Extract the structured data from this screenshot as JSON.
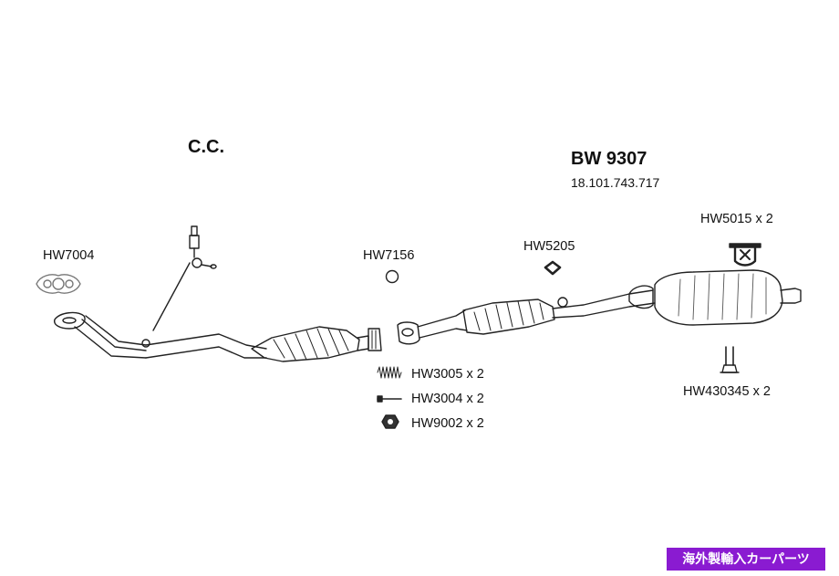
{
  "diagram": {
    "system_label": "C.C.",
    "part_number": "BW 9307",
    "oem_number": "18.101.743.717",
    "parts": {
      "hw7004": "HW7004",
      "hw7156": "HW7156",
      "hw5205": "HW5205",
      "hw5015": "HW5015 x 2",
      "hw430345": "HW430345 x 2",
      "hw3005": "HW3005 x 2",
      "hw3004": "HW3004 x 2",
      "hw9002": "HW9002 x 2"
    }
  },
  "badge": {
    "text": "海外製輸入カーパーツ",
    "color": "#8a1bd1"
  }
}
